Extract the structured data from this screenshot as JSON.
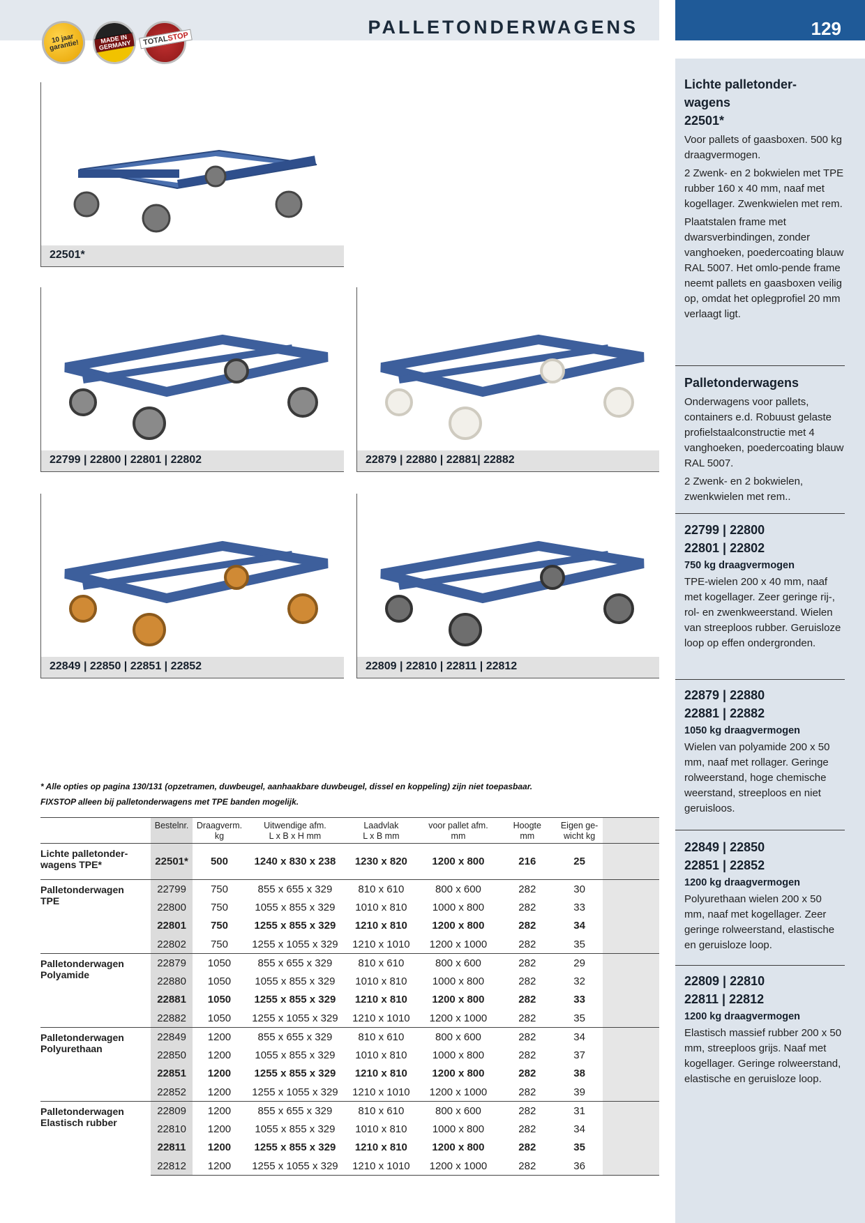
{
  "header": {
    "title": "PALLETONDERWAGENS",
    "page_number": "129",
    "badges": [
      {
        "name": "garantie-badge",
        "text": "10 jaar garantie!"
      },
      {
        "name": "made-in-germany-badge",
        "text": "MADE IN GERMANY"
      },
      {
        "name": "totalstop-badge",
        "text_1": "TOTAL",
        "text_2": "STOP"
      }
    ]
  },
  "products": [
    {
      "caption": "22501*",
      "wheels": "grey"
    },
    {
      "caption": "22799 | 22800 | 22801 | 22802",
      "wheels": "grey"
    },
    {
      "caption": "22879 | 22880 | 22881| 22882",
      "wheels": "white"
    },
    {
      "caption": "22849 | 22850 | 22851 | 22852",
      "wheels": "orange"
    },
    {
      "caption": "22809 | 22810 | 22811 | 22812",
      "wheels": "grey"
    }
  ],
  "notes": {
    "line1": "* Alle opties op pagina 130/131 (opzetramen, duwbeugel, aanhaakbare duwbeugel, dissel en koppeling) zijn niet toepasbaar.",
    "line2": "FIXSTOP alleen bij palletonderwagens met TPE banden mogelijk."
  },
  "table": {
    "headers": {
      "nr": "Bestelnr.",
      "load_1": "Draagverm.",
      "load_2": "kg",
      "outer_1": "Uitwendige afm.",
      "outer_2": "L x B x H mm",
      "surface_1": "Laadvlak",
      "surface_2": "L x B mm",
      "pallet_1": "voor pallet afm.",
      "pallet_2": "mm",
      "height_1": "Hoogte",
      "height_2": "mm",
      "weight_1": "Eigen ge-",
      "weight_2": "wicht kg"
    },
    "groups": [
      {
        "label": "Lichte palletonder-\nwagens TPE*",
        "rows": [
          {
            "nr": "22501*",
            "load": "500",
            "outer": "1240 x 830 x 238",
            "surface": "1230 x 820",
            "pallet": "1200 x 800",
            "height": "216",
            "weight": "25",
            "bold": true
          }
        ]
      },
      {
        "label": "Palletonderwagen\nTPE",
        "rows": [
          {
            "nr": "22799",
            "load": "750",
            "outer": "855 x 655 x 329",
            "surface": "810 x 610",
            "pallet": "800 x 600",
            "height": "282",
            "weight": "30",
            "bold": false
          },
          {
            "nr": "22800",
            "load": "750",
            "outer": "1055 x 855 x 329",
            "surface": "1010 x 810",
            "pallet": "1000 x 800",
            "height": "282",
            "weight": "33",
            "bold": false
          },
          {
            "nr": "22801",
            "load": "750",
            "outer": "1255 x 855 x 329",
            "surface": "1210 x 810",
            "pallet": "1200 x 800",
            "height": "282",
            "weight": "34",
            "bold": true
          },
          {
            "nr": "22802",
            "load": "750",
            "outer": "1255 x 1055 x 329",
            "surface": "1210 x 1010",
            "pallet": "1200 x 1000",
            "height": "282",
            "weight": "35",
            "bold": false
          }
        ]
      },
      {
        "label": "Palletonderwagen\nPolyamide",
        "rows": [
          {
            "nr": "22879",
            "load": "1050",
            "outer": "855 x 655 x 329",
            "surface": "810 x 610",
            "pallet": "800 x 600",
            "height": "282",
            "weight": "29",
            "bold": false
          },
          {
            "nr": "22880",
            "load": "1050",
            "outer": "1055 x 855 x 329",
            "surface": "1010 x 810",
            "pallet": "1000 x 800",
            "height": "282",
            "weight": "32",
            "bold": false
          },
          {
            "nr": "22881",
            "load": "1050",
            "outer": "1255 x 855 x 329",
            "surface": "1210 x 810",
            "pallet": "1200 x 800",
            "height": "282",
            "weight": "33",
            "bold": true
          },
          {
            "nr": "22882",
            "load": "1050",
            "outer": "1255 x 1055 x 329",
            "surface": "1210 x 1010",
            "pallet": "1200 x 1000",
            "height": "282",
            "weight": "35",
            "bold": false
          }
        ]
      },
      {
        "label": "Palletonderwagen\nPolyurethaan",
        "rows": [
          {
            "nr": "22849",
            "load": "1200",
            "outer": "855 x 655 x 329",
            "surface": "810 x 610",
            "pallet": "800 x 600",
            "height": "282",
            "weight": "34",
            "bold": false
          },
          {
            "nr": "22850",
            "load": "1200",
            "outer": "1055 x 855 x 329",
            "surface": "1010 x 810",
            "pallet": "1000 x 800",
            "height": "282",
            "weight": "37",
            "bold": false
          },
          {
            "nr": "22851",
            "load": "1200",
            "outer": "1255 x 855 x 329",
            "surface": "1210 x 810",
            "pallet": "1200 x 800",
            "height": "282",
            "weight": "38",
            "bold": true
          },
          {
            "nr": "22852",
            "load": "1200",
            "outer": "1255 x 1055 x 329",
            "surface": "1210 x 1010",
            "pallet": "1200 x 1000",
            "height": "282",
            "weight": "39",
            "bold": false
          }
        ]
      },
      {
        "label": "Palletonderwagen\nElastisch rubber",
        "rows": [
          {
            "nr": "22809",
            "load": "1200",
            "outer": "855 x 655 x 329",
            "surface": "810 x 610",
            "pallet": "800 x 600",
            "height": "282",
            "weight": "31",
            "bold": false
          },
          {
            "nr": "22810",
            "load": "1200",
            "outer": "1055 x 855 x 329",
            "surface": "1010 x 810",
            "pallet": "1000 x 800",
            "height": "282",
            "weight": "34",
            "bold": false
          },
          {
            "nr": "22811",
            "load": "1200",
            "outer": "1255 x 855 x 329",
            "surface": "1210 x 810",
            "pallet": "1200 x 800",
            "height": "282",
            "weight": "35",
            "bold": true
          },
          {
            "nr": "22812",
            "load": "1200",
            "outer": "1255 x 1055 x 329",
            "surface": "1210 x 1010",
            "pallet": "1200 x 1000",
            "height": "282",
            "weight": "36",
            "bold": false
          }
        ]
      }
    ]
  },
  "sidebar": {
    "sections": [
      {
        "heading": "Lichte palletonder-\nwagens\n22501*",
        "subheading": "",
        "paragraphs": [
          "Voor pallets of gaasboxen. 500 kg draagvermogen.",
          "2 Zwenk- en 2 bokwielen met TPE rubber 160 x 40 mm, naaf met kogellager. Zwenkwielen met rem.",
          "Plaatstalen frame met dwarsverbindingen, zonder vanghoeken, poedercoating blauw RAL 5007. Het omlo-pende frame neemt pallets en gaasboxen veilig op, omdat het oplegprofiel 20 mm verlaagt ligt."
        ]
      },
      {
        "heading": "Palletonderwagens",
        "subheading": "",
        "paragraphs": [
          "Onderwagens voor pallets, containers e.d. Robuust gelaste profielstaalconstructie met 4 vanghoeken, poedercoating blauw RAL 5007.",
          "2 Zwenk- en 2 bokwielen, zwenkwielen met rem.."
        ]
      },
      {
        "heading": "22799 | 22800\n22801 | 22802",
        "subheading": "750 kg draagvermogen",
        "paragraphs": [
          "TPE-wielen 200 x 40 mm, naaf met kogellager. Zeer geringe rij-, rol- en zwenkweerstand. Wielen van streeploos rubber. Geruisloze loop op effen ondergronden."
        ]
      },
      {
        "heading": "22879 | 22880\n22881 | 22882",
        "subheading": "1050 kg draagvermogen",
        "paragraphs": [
          "Wielen van polyamide 200 x 50 mm, naaf met rollager. Geringe rolweerstand, hoge chemische weerstand, streeploos en niet geruisloos."
        ]
      },
      {
        "heading": "22849 | 22850\n22851 | 22852",
        "subheading": "1200 kg draagvermogen",
        "paragraphs": [
          "Polyurethaan wielen 200 x 50 mm, naaf met kogellager. Zeer geringe rolweerstand, elastische en geruisloze loop."
        ]
      },
      {
        "heading": "22809 | 22810\n22811 | 22812",
        "subheading": "1200 kg draagvermogen",
        "paragraphs": [
          "Elastisch massief rubber 200 x 50 mm, streeploos grijs. Naaf met kogellager. Geringe rolweerstand, elastische en geruisloze loop."
        ]
      }
    ]
  },
  "colors": {
    "accent_blue": "#1f5a98",
    "frame_blue": "#3d5f9c",
    "sidebar_bg": "#dde4ec",
    "header_band": "#e3e8ee"
  }
}
